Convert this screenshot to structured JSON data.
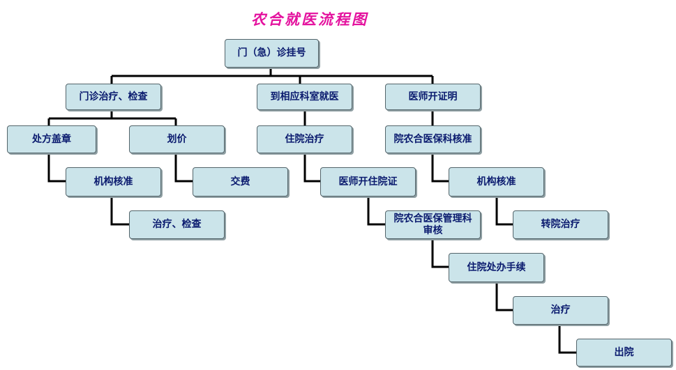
{
  "title": "农合就医流程图",
  "nodes": {
    "registration": "门（急）诊挂号",
    "outpatient_treatment_check": "门诊治疗、检查",
    "department_visit": "到相应科室就医",
    "doctor_certificate": "医师开证明",
    "prescription_stamp": "处方盖章",
    "pricing": "划价",
    "inpatient_treatment": "住院治疗",
    "ncms_approval": "院农合医保科核准",
    "institution_approval_left": "机构核准",
    "payment": "交费",
    "doctor_admission_certificate": "医师开住院证",
    "institution_approval_right": "机构核准",
    "treatment_check": "治疗、检查",
    "ncms_review_line1": "院农合医保管理科",
    "ncms_review_line2": "审核",
    "referral_treatment": "转院治疗",
    "admission_procedures": "住院处办手续",
    "treatment": "治疗",
    "discharge": "出院"
  },
  "colors": {
    "box_fill": "#cbe4ea",
    "box_text": "#0a1a6e",
    "title": "#e4129e",
    "connector": "#000000"
  }
}
